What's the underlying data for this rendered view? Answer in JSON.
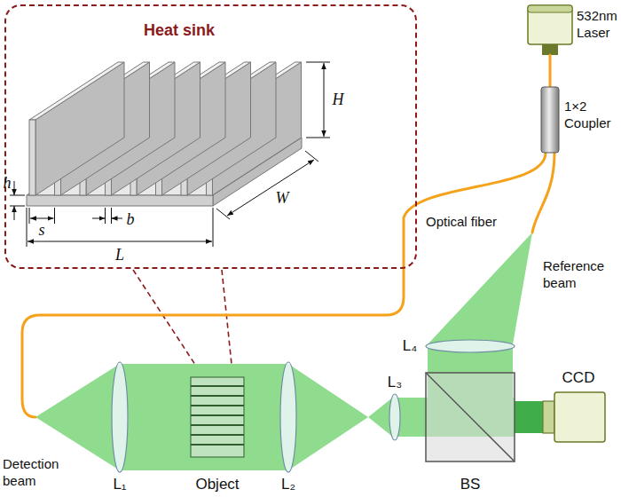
{
  "diagram": {
    "nodes": [
      {
        "text": [
          "Heat sink"
        ]
      }
    ],
    "labels": [
      "H",
      "h",
      "s",
      "b",
      "L",
      "W",
      "532nm Laser",
      "1×2 Coupler",
      "Optical fiber",
      "Reference beam",
      "L₄",
      "L₃",
      "CCD",
      "Detection beam",
      "L₁",
      "Object",
      "L₂",
      "BS"
    ]
  }
}
